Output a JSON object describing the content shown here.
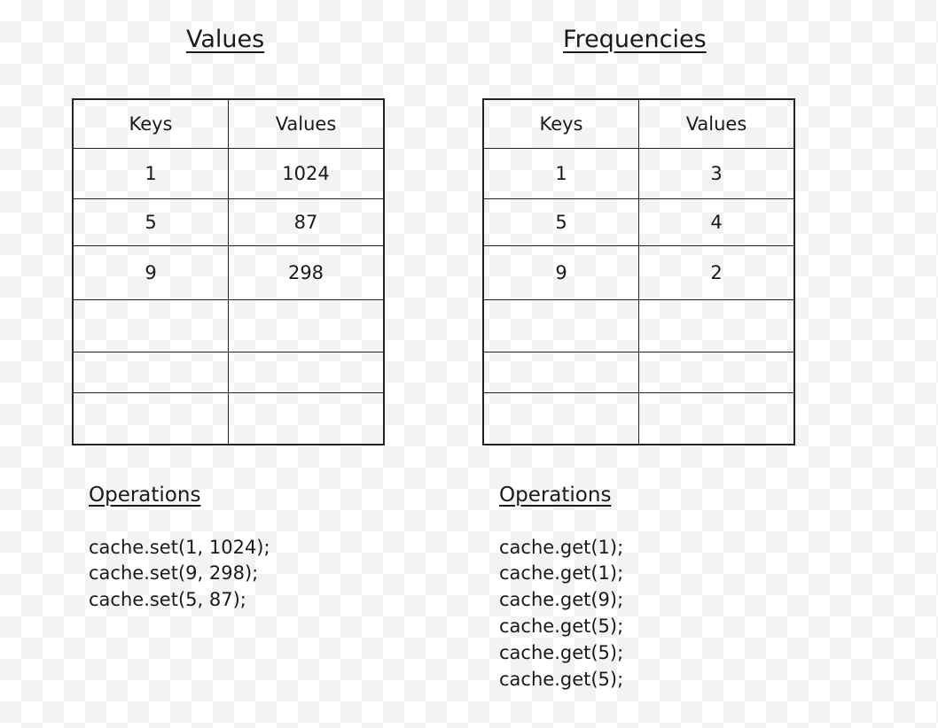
{
  "values_section": {
    "title": "Values",
    "table": {
      "headers": [
        "Keys",
        "Values"
      ],
      "rows": [
        [
          "1",
          "1024"
        ],
        [
          "5",
          "87"
        ],
        [
          "9",
          "298"
        ],
        [
          "",
          ""
        ],
        [
          "",
          ""
        ],
        [
          "",
          ""
        ]
      ]
    },
    "operations": {
      "label": "Operations",
      "lines": [
        "cache.set(1, 1024);",
        "cache.set(9, 298);",
        "cache.set(5, 87);"
      ]
    }
  },
  "frequencies_section": {
    "title": "Frequencies",
    "table": {
      "headers": [
        "Keys",
        "Values"
      ],
      "rows": [
        [
          "1",
          "3"
        ],
        [
          "5",
          "4"
        ],
        [
          "9",
          "2"
        ],
        [
          "",
          ""
        ],
        [
          "",
          ""
        ],
        [
          "",
          ""
        ]
      ]
    },
    "operations": {
      "label": "Operations",
      "lines": [
        "cache.get(1);",
        "cache.get(1);",
        "cache.get(9);",
        "cache.get(5);",
        "cache.get(5);",
        "cache.get(5);"
      ]
    }
  }
}
